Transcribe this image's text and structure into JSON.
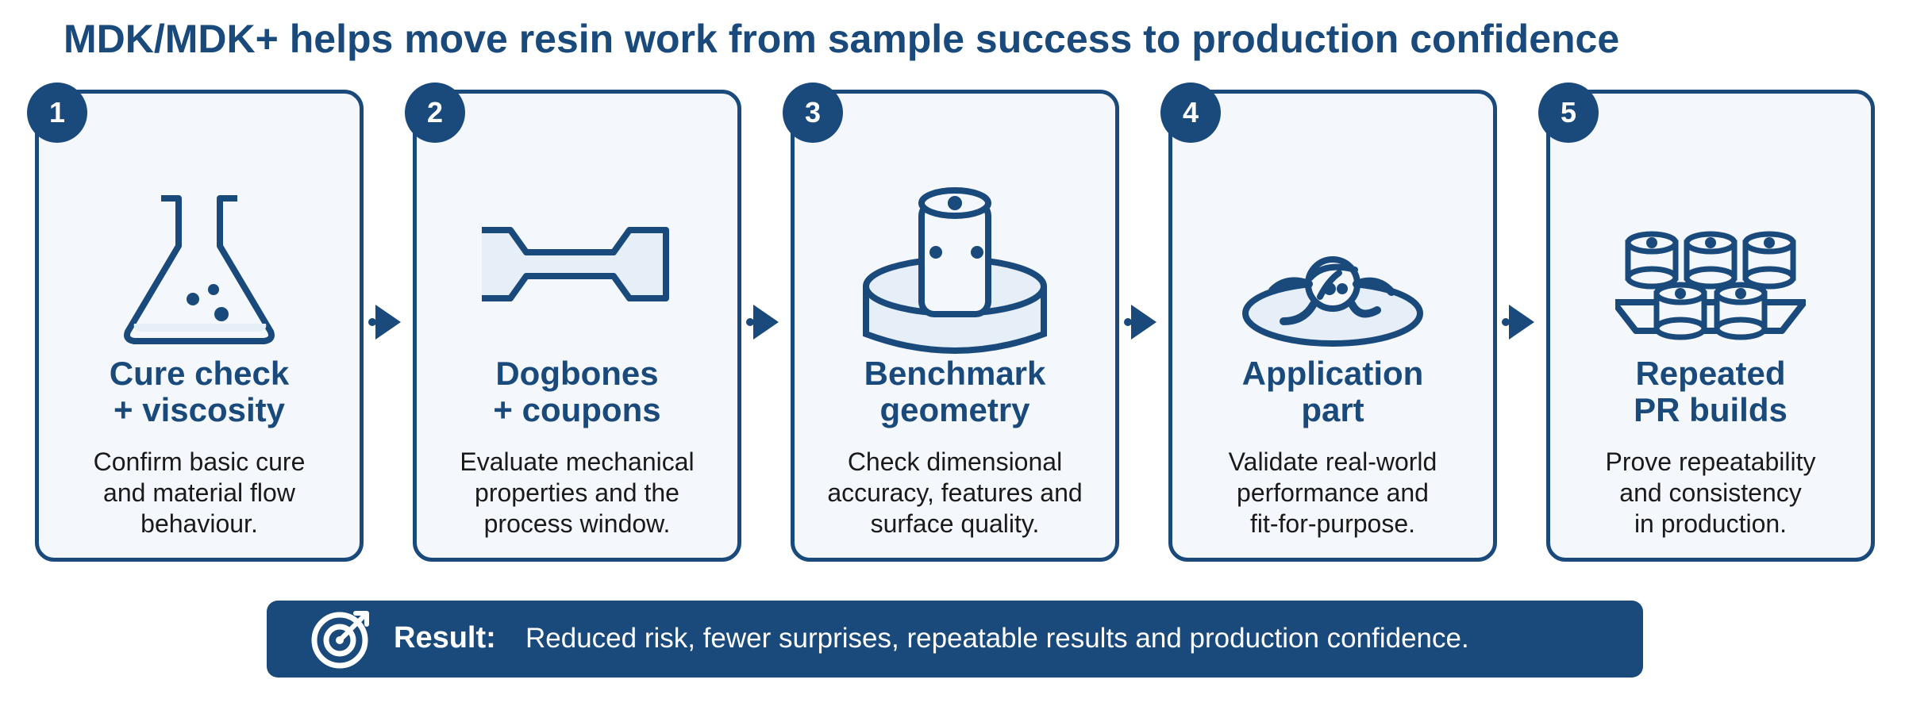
{
  "title": "MDK/MDK+ helps move resin work from sample success to production confidence",
  "colors": {
    "primary": "#1a4a7c",
    "card_fill": "#f4f7fb",
    "icon_fill": "#e6eef7"
  },
  "steps": [
    {
      "number": "1",
      "heading": [
        "Cure check",
        "+ viscosity"
      ],
      "text": [
        "Confirm basic cure",
        "and material flow",
        "behaviour."
      ],
      "icon": "flask-icon"
    },
    {
      "number": "2",
      "heading": [
        "Dogbones",
        "+ coupons"
      ],
      "text": [
        "Evaluate mechanical",
        "properties and the",
        "process window."
      ],
      "icon": "dogbone-icon"
    },
    {
      "number": "3",
      "heading": [
        "Benchmark",
        "geometry"
      ],
      "text": [
        "Check dimensional",
        "accuracy, features and",
        "surface quality."
      ],
      "icon": "benchmark-icon"
    },
    {
      "number": "4",
      "heading": [
        "Application",
        "part"
      ],
      "text": [
        "Validate real-world",
        "performance and",
        "fit-for-purpose."
      ],
      "icon": "application-part-icon"
    },
    {
      "number": "5",
      "heading": [
        "Repeated",
        "PR builds"
      ],
      "text": [
        "Prove repeatability",
        "and consistency",
        "in production."
      ],
      "icon": "repeated-builds-icon"
    }
  ],
  "result": {
    "label": "Result:",
    "text": "Reduced risk, fewer surprises, repeatable results and production confidence.",
    "icon": "target-icon"
  }
}
